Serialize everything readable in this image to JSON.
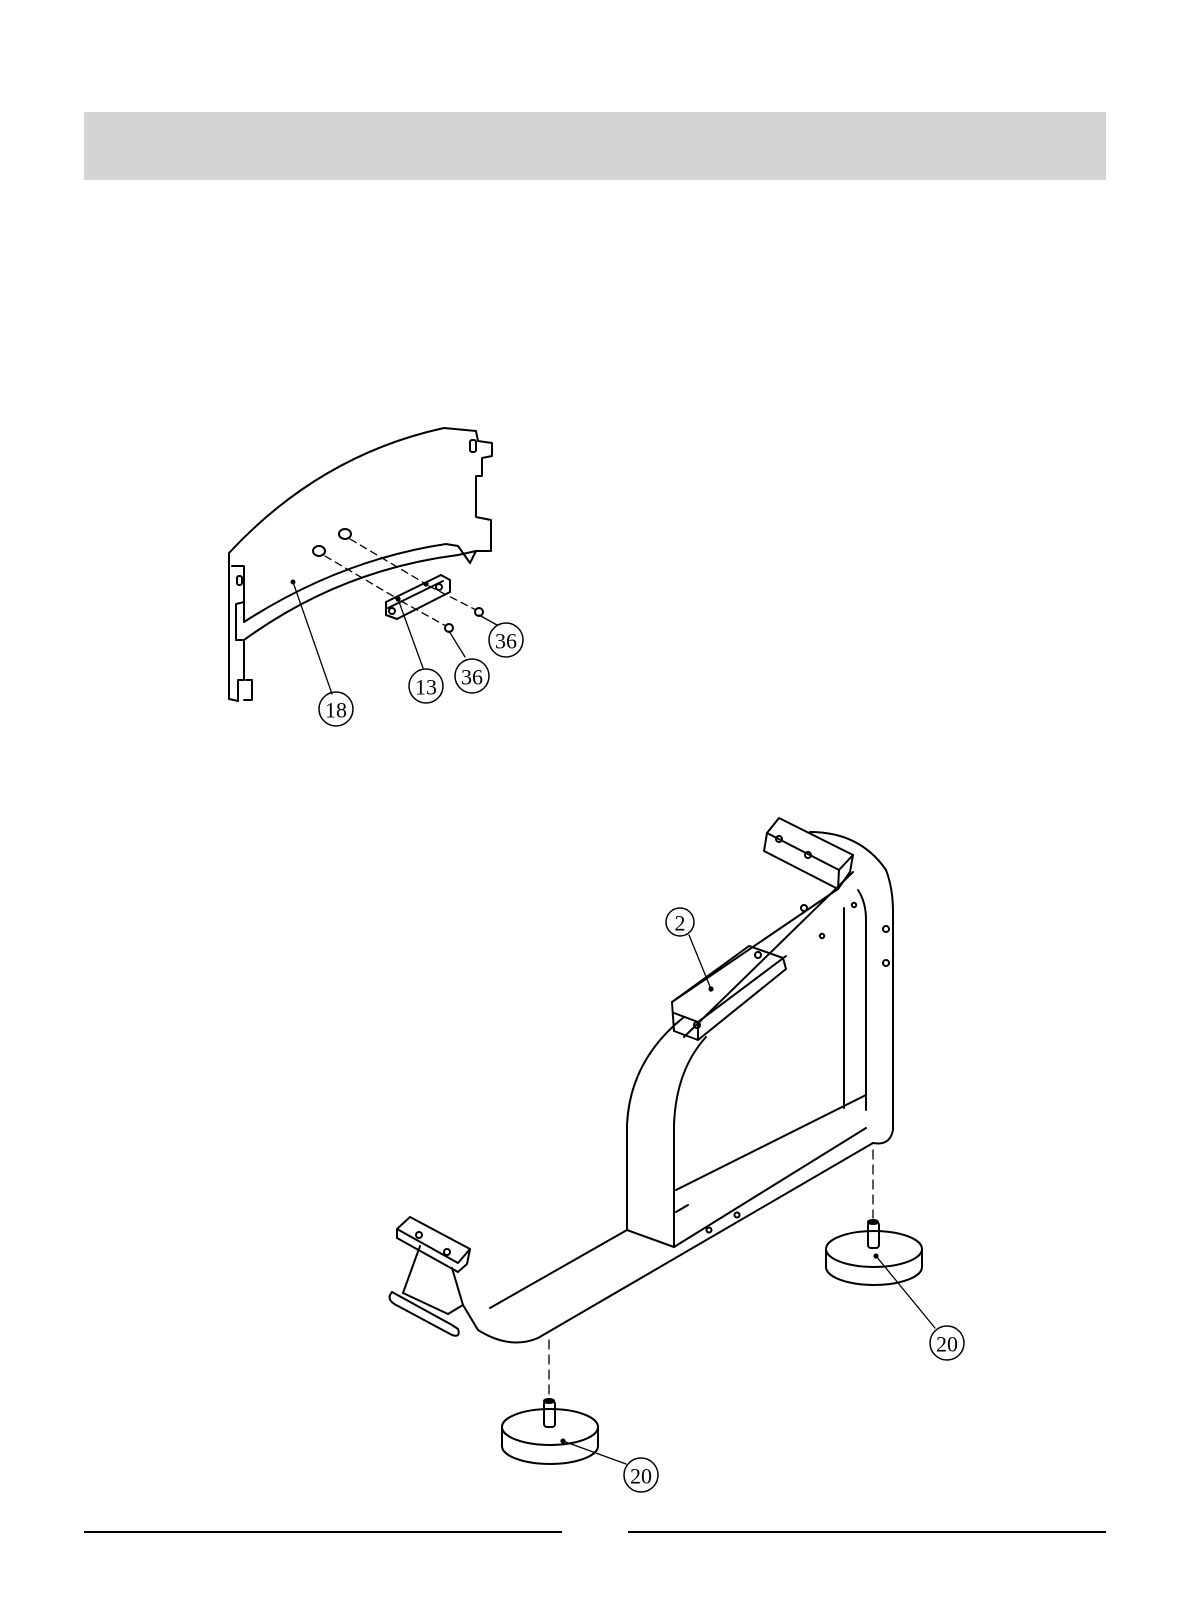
{
  "header": {
    "color": "#d4d4d4"
  },
  "callouts": {
    "cover_panel": "18",
    "bracket": "13",
    "screw_upper": "36",
    "screw_lower": "36",
    "frame": "2",
    "foot_right": "20",
    "foot_left": "20"
  }
}
